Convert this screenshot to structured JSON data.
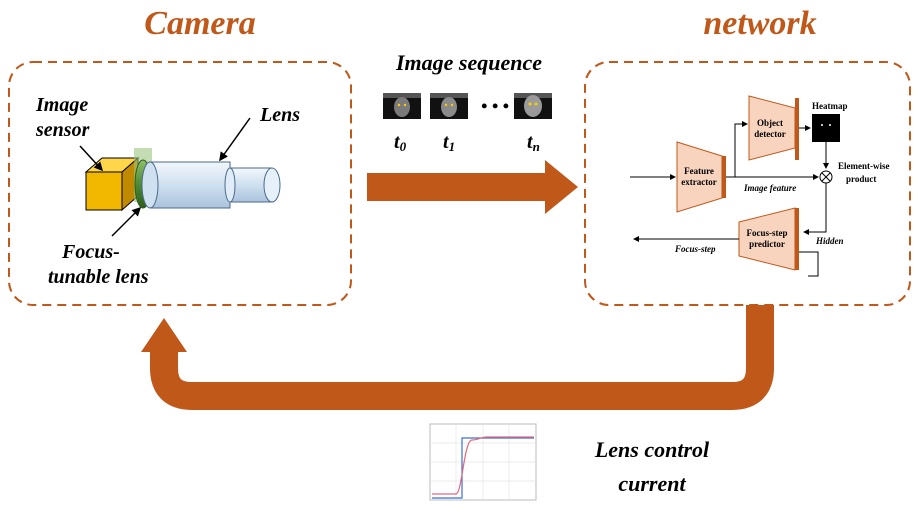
{
  "camera": {
    "title": "Camera",
    "image_sensor_line1": "Image",
    "image_sensor_line2": "sensor",
    "lens": "Lens",
    "focus_line1": "Focus-",
    "focus_line2": "tunable lens"
  },
  "network": {
    "title": "network",
    "feature_extractor_line1": "Feature",
    "feature_extractor_line2": "extractor",
    "object_detector_line1": "Object",
    "object_detector_line2": "detector",
    "heatmap": "Heatmap",
    "elementwise_line1": "Element-wise",
    "elementwise_line2": "product",
    "image_feature": "Image feature",
    "focus_predictor_line1": "Focus-step",
    "focus_predictor_line2": "predictor",
    "hidden": "Hidden",
    "focus_step": "Focus-step"
  },
  "sequence": {
    "title": "Image sequence",
    "t0": "t",
    "t0_sub": "0",
    "t1": "t",
    "t1_sub": "1",
    "tn": "t",
    "tn_sub": "n",
    "ellipsis": "• • •"
  },
  "control": {
    "line1": "Lens control",
    "line2": "current"
  },
  "colors": {
    "accent": "#c0581a",
    "module_fill": "#f8d3bd",
    "sensor": "#f2b800",
    "focus_lens": "#5a8a3a",
    "lens_body": "#dce9f5"
  }
}
